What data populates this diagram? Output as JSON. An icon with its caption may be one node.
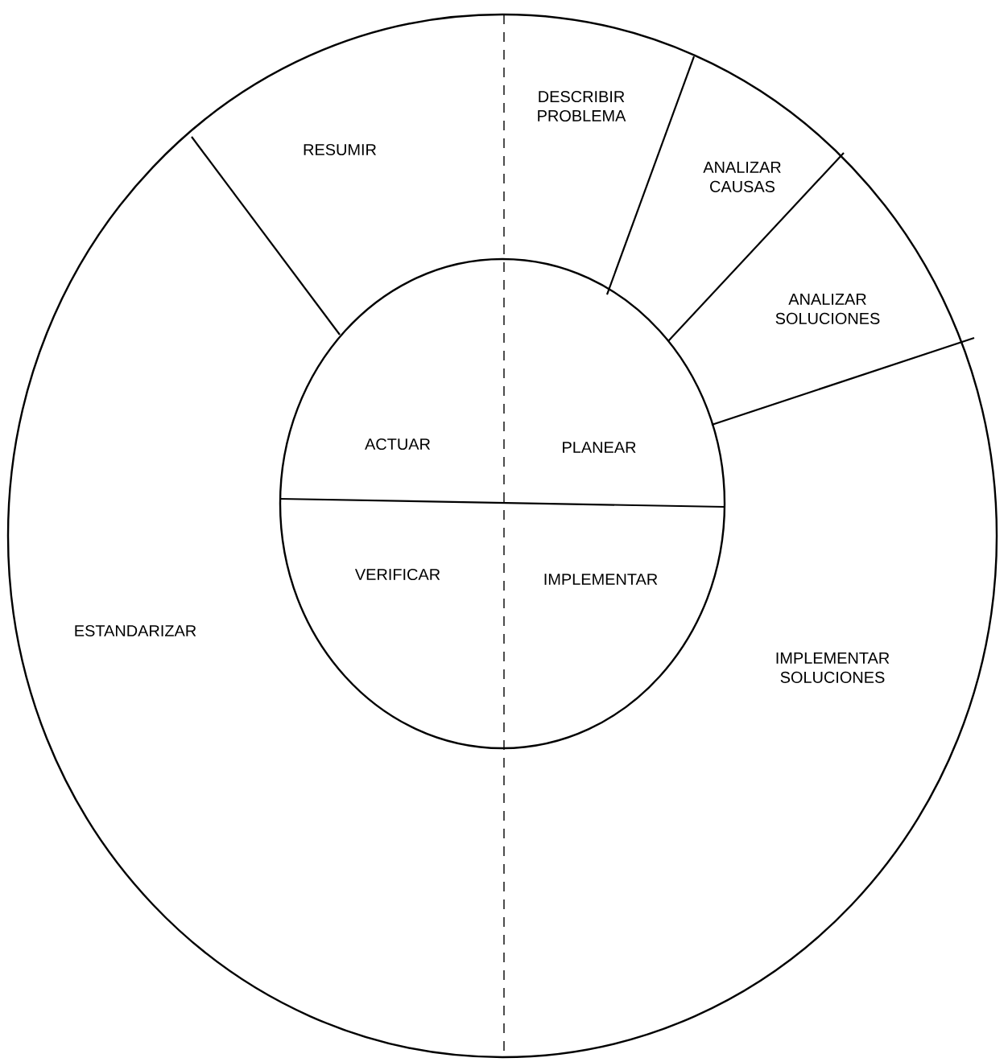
{
  "diagram": {
    "nodes": [
      {
        "text": [
          "RESUMIR"
        ]
      },
      {
        "text": [
          "DESCRIBIR PROBLEMA"
        ]
      },
      {
        "text": [
          "ANALIZAR CAUSAS"
        ]
      },
      {
        "text": [
          "ANALIZAR SOLUCIONES"
        ]
      },
      {
        "text": [
          "ACTUAR"
        ]
      },
      {
        "text": [
          "PLANEAR"
        ]
      },
      {
        "text": [
          "ESTANDARIZAR"
        ]
      },
      {
        "text": [
          "VERIFICAR"
        ]
      },
      {
        "text": [
          "IMPLEMENTAR"
        ]
      },
      {
        "text": [
          "IMPLEMENTAR SOLUCIONES"
        ]
      }
    ]
  }
}
